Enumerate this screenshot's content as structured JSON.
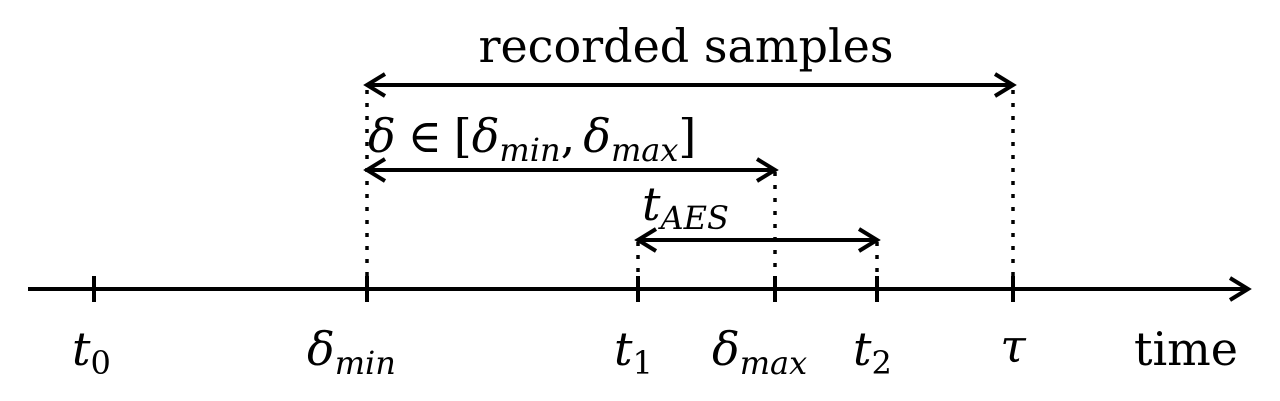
{
  "labels": {
    "recorded_samples": "recorded samples",
    "delta_range": {
      "delta": "δ",
      "in": "∈",
      "open": "[",
      "sym": "δ",
      "min": "min",
      "comma": ",",
      "max": "max",
      "close": "]"
    },
    "t_aes": {
      "base": "t",
      "sub": "AES"
    },
    "axis": {
      "t0": {
        "base": "t",
        "sub": "0"
      },
      "delta_min": {
        "base": "δ",
        "sub": "min"
      },
      "t1": {
        "base": "t",
        "sub": "1"
      },
      "delta_max": {
        "base": "δ",
        "sub": "max"
      },
      "t2": {
        "base": "t",
        "sub": "2"
      },
      "tau": "τ",
      "time": "time"
    }
  }
}
